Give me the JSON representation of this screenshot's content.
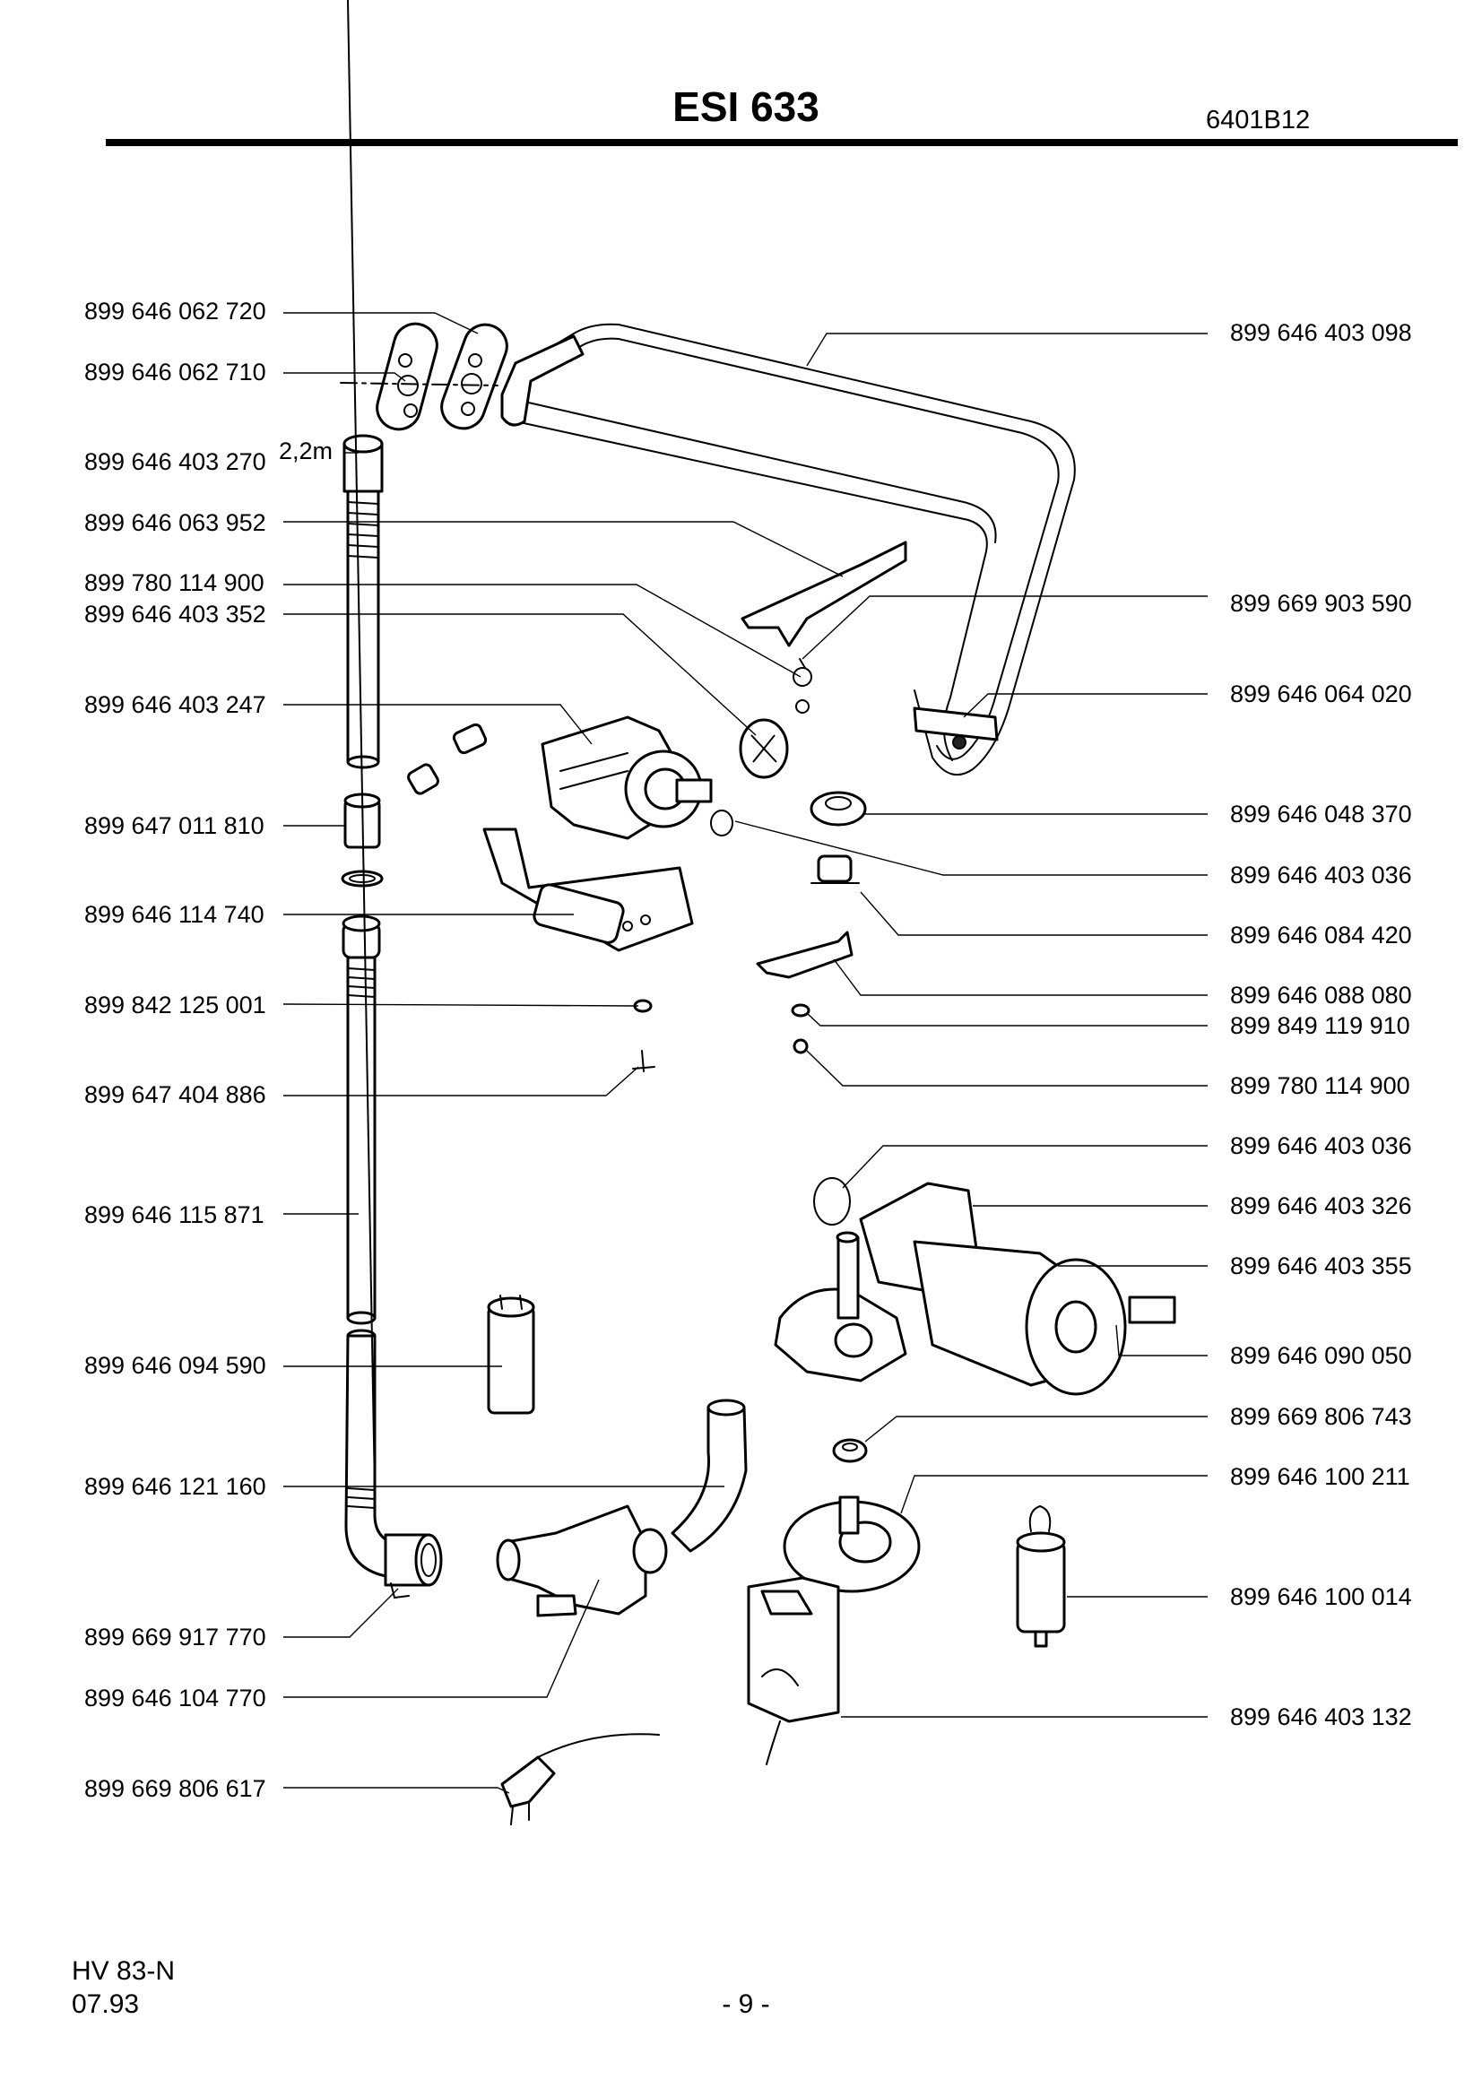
{
  "header": {
    "title": "ESI 633",
    "doc_code": "6401B12"
  },
  "parts_left": [
    "899 646 062 720",
    "899 646 062 710",
    "899 646 403 270",
    "899 646 063 952",
    "899 780 114 900",
    "899 646 403 352",
    "899 646 403 247",
    "899 647 011 810",
    "899 646 114 740",
    "899 842 125 001",
    "899 647 404 886",
    "899 646 115 871",
    "899 646 094 590",
    "899 646 121 160",
    "899 669 917 770",
    "899 646 104 770",
    "899 669 806 617"
  ],
  "parts_right": [
    "899 646 403 098",
    "899 669 903 590",
    "899 646 064 020",
    "899 646 048 370",
    "899 646 403 036",
    "899 646 084 420",
    "899 646 088 080",
    "899 849 119 910",
    "899 780 114 900",
    "899 646 403 036",
    "899 646 403 326",
    "899 646 403 355",
    "899 646 090 050",
    "899 669 806 743",
    "899 646 100 211",
    "899 646 100 014",
    "899 646 403 132"
  ],
  "hose_length": "2,2m",
  "footer": {
    "model": "HV 83-N",
    "date": "07.93",
    "page": "- 9 -"
  }
}
